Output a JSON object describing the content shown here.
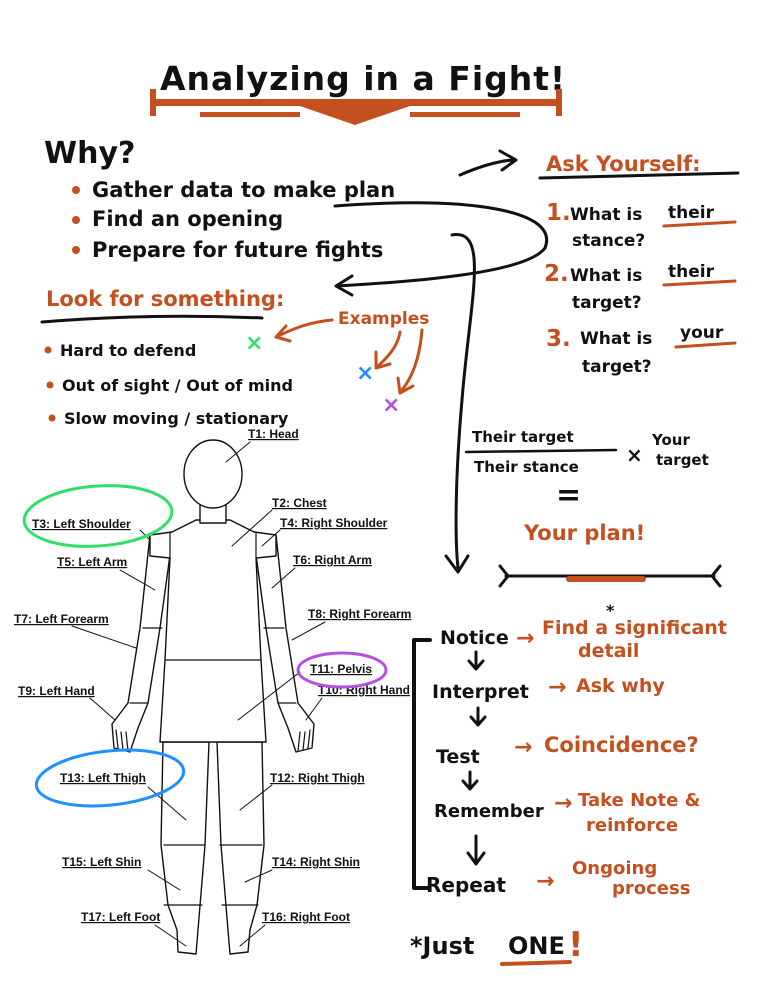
{
  "colors": {
    "ink": "#111111",
    "accent": "#c4501f",
    "green": "#2ee06a",
    "blue": "#1e90ff",
    "purple": "#b44fe0"
  },
  "title": "Analyzing in a Fight!",
  "why": {
    "heading": "Why?",
    "items": [
      "Gather data to make plan",
      "Find an opening",
      "Prepare for future fights"
    ]
  },
  "ask": {
    "heading": "Ask Yourself:",
    "questions": [
      {
        "num": "1.",
        "line1": "What is ",
        "emph": "their",
        "line2": "stance?"
      },
      {
        "num": "2.",
        "line1": "What is ",
        "emph": "their",
        "line2": "target?"
      },
      {
        "num": "3.",
        "line1": "What is ",
        "emph": "your",
        "line2": "target?"
      }
    ]
  },
  "look": {
    "heading": "Look for something:",
    "examples_label": "Examples",
    "items": [
      {
        "text": "Hard to defend",
        "mark": "×"
      },
      {
        "text": "Out of sight / Out of mind",
        "mark": "×"
      },
      {
        "text": "Slow moving / stationary",
        "mark": "×"
      }
    ]
  },
  "formula": {
    "numerator": "Their target",
    "denominator": "Their stance",
    "times": "×",
    "right1": "Your",
    "right2": "target",
    "equals": "=",
    "result": "Your plan!"
  },
  "targets": [
    {
      "id": "T1",
      "label": "T1: Head"
    },
    {
      "id": "T2",
      "label": "T2: Chest"
    },
    {
      "id": "T3",
      "label": "T3: Left Shoulder"
    },
    {
      "id": "T4",
      "label": "T4: Right Shoulder"
    },
    {
      "id": "T5",
      "label": "T5: Left Arm"
    },
    {
      "id": "T6",
      "label": "T6: Right Arm"
    },
    {
      "id": "T7",
      "label": "T7: Left Forearm"
    },
    {
      "id": "T8",
      "label": "T8: Right Forearm"
    },
    {
      "id": "T9",
      "label": "T9: Left Hand"
    },
    {
      "id": "T10",
      "label": "T10: Right Hand"
    },
    {
      "id": "T11",
      "label": "T11: Pelvis"
    },
    {
      "id": "T12",
      "label": "T12: Right Thigh"
    },
    {
      "id": "T13",
      "label": "T13: Left Thigh"
    },
    {
      "id": "T14",
      "label": "T14: Right Shin"
    },
    {
      "id": "T15",
      "label": "T15: Left Shin"
    },
    {
      "id": "T16",
      "label": "T16: Right Foot"
    },
    {
      "id": "T17",
      "label": "T17: Left Foot"
    }
  ],
  "process": [
    {
      "step": "Notice",
      "arrow": "→",
      "result1": "Find a significant",
      "result2": "detail",
      "star": "*"
    },
    {
      "step": "Interpret",
      "arrow": "→",
      "result1": "Ask why",
      "result2": ""
    },
    {
      "step": "Test",
      "arrow": "→",
      "result1": "Coincidence?",
      "result2": ""
    },
    {
      "step": "Remember",
      "arrow": "→",
      "result1": "Take Note &",
      "result2": "reinforce"
    },
    {
      "step": "Repeat",
      "arrow": "→",
      "result1": "Ongoing",
      "result2": "process"
    }
  ],
  "footnote": {
    "prefix": "*Just ",
    "emph": "ONE",
    "suffix": "!"
  }
}
